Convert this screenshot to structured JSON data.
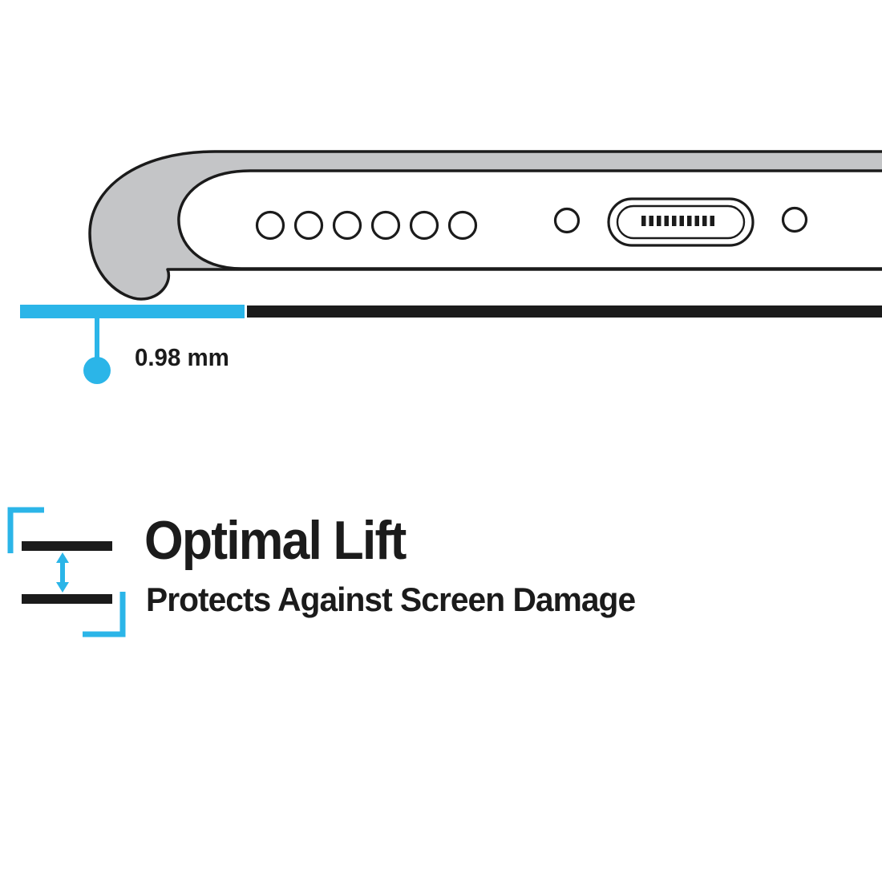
{
  "colors": {
    "accent_cyan": "#2bb5e8",
    "ink_black": "#1b1b1b",
    "case_gray": "#c4c5c7",
    "background": "#ffffff"
  },
  "illustration": {
    "name": "phone-case-bottom-edge-cross-section",
    "speaker_hole_count": 6,
    "port_pin_count": 10,
    "elements": [
      "case-bumper",
      "speaker-holes",
      "screw-hole-left",
      "charging-port",
      "screw-hole-right"
    ]
  },
  "measurement": {
    "label": "0.98 mm",
    "pointer_icon": "lift-gap-pointer-dot"
  },
  "feature": {
    "icon": "lift-gap-arrow-icon",
    "title": "Optimal Lift",
    "subtitle": "Protects Against Screen Damage"
  }
}
